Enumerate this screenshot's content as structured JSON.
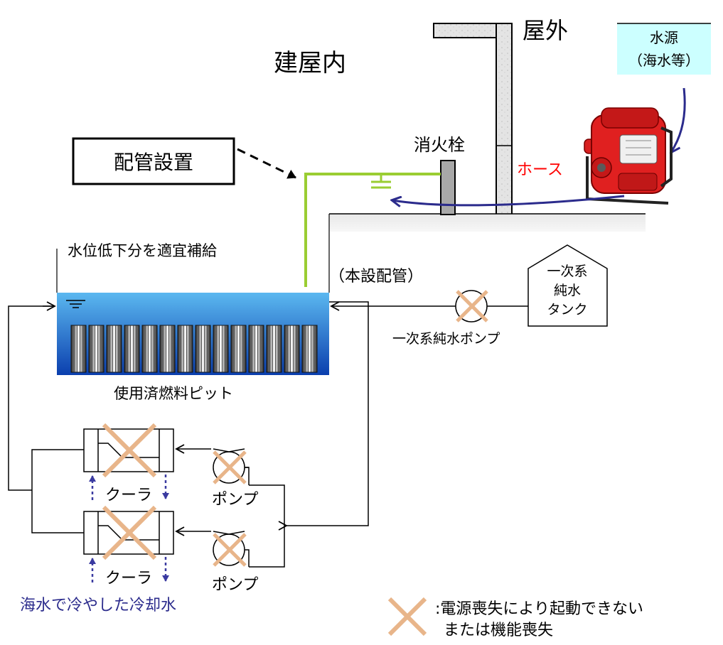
{
  "labels": {
    "outdoor": "屋外",
    "indoor": "建屋内",
    "water_source_line1": "水源",
    "water_source_line2": "（海水等）",
    "hydrant": "消火栓",
    "hose": "ホース",
    "piping_install": "配管設置",
    "replenish": "水位低下分を適宜補給",
    "permanent_piping": "（本設配管）",
    "tank_line1": "一次系",
    "tank_line2": "純水",
    "tank_line3": "タンク",
    "primary_pump": "一次系純水ポンプ",
    "fuel_pit": "使用済燃料ピット",
    "cooler_top": "クーラ",
    "cooler_bottom": "クーラ",
    "pump_top": "ポンプ",
    "pump_bottom": "ポンプ",
    "seawater_note": "海水で冷やした冷却水",
    "legend_line1": ":電源喪失により起動できない",
    "legend_line2": "または機能喪失"
  },
  "colors": {
    "new_pipe": "#9acd32",
    "hose": "#2b2b8c",
    "disabled_cross": "#e8b58a",
    "water_top": "#5bb8f0",
    "water_bottom": "#0b3fae",
    "hose_label": "#ff0000",
    "seawater_text": "#2b2b8c",
    "water_source_box": "#ccffff"
  }
}
